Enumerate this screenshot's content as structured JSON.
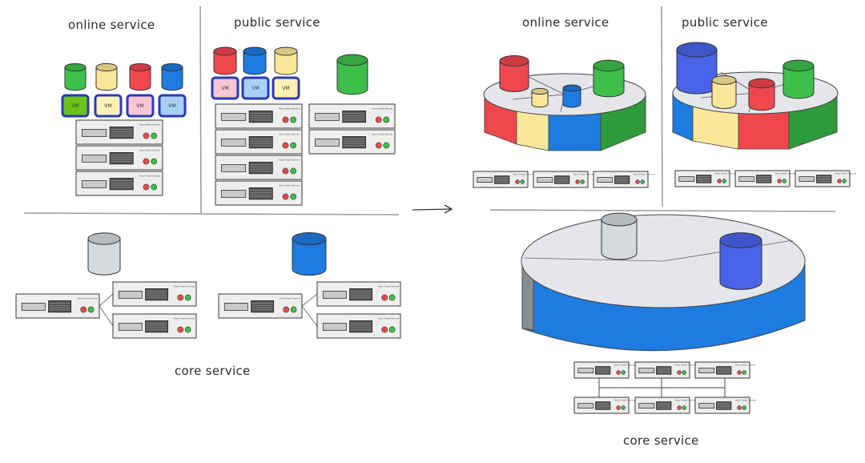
{
  "labels": {
    "online_left": "online service",
    "public_left": "public service",
    "core_left": "core service",
    "online_right": "online service",
    "public_right": "public service",
    "core_right": "core service"
  },
  "vm_label": "VM",
  "server_label": "Very Fresh Server",
  "colors": {
    "red": "#f0474f",
    "yellow": "#fbe79a",
    "blue": "#1e7be0",
    "deep_blue": "#4a63e8",
    "green": "#3cc04a",
    "dark_green": "#2f9a3a",
    "gray": "#d6d9dd",
    "vm_border": "#2a3ab8",
    "vm_green": "#6bc21a",
    "vm_yellow": "#fdf1b4",
    "vm_pink": "#f6c6d4",
    "vm_blue": "#a8cff5",
    "server_body": "#eeeeef"
  },
  "arrow": "arrow-right-icon"
}
